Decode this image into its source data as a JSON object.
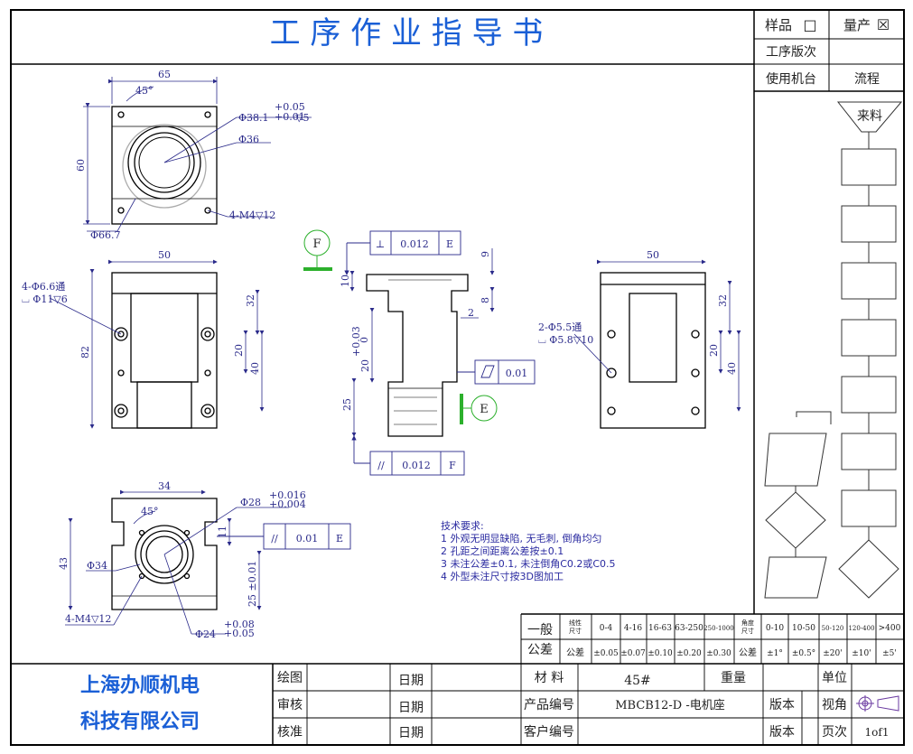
{
  "header": {
    "title": "工 序 作 业 指 导 书",
    "sample_label": "样品",
    "sample_box": "□",
    "mass_label": "量产",
    "mass_box": "☒",
    "process_version_label": "工序版次",
    "machine_label": "使用机台",
    "flow_label": "流程"
  },
  "flow": {
    "start_label": "来料"
  },
  "views": {
    "top": {
      "dim_width": "65",
      "dim_height": "60",
      "angle": "45°",
      "bore1": "Φ38.1",
      "bore1_tol_upper": "+0.05",
      "bore1_tol_lower": "+0.01",
      "bore1_depth": "▽5",
      "bore2": "Φ36",
      "pcd": "Φ66.7",
      "thread": "4-M4▽12"
    },
    "front": {
      "dim_width": "50",
      "dim_height": "82",
      "dim_32": "32",
      "dim_20": "20",
      "dim_40": "40",
      "hole_note1": "4-Φ6.6通",
      "hole_note2": "⌴ Φ11▽6"
    },
    "side": {
      "datum_F": "F",
      "datum_E": "E",
      "perp_symbol": "⊥",
      "perp_value": "0.012",
      "perp_ref": "E",
      "flat_value": "0.01",
      "par_symbol": "//",
      "par_value": "0.012",
      "par_ref": "F",
      "dim_9": "9",
      "dim_10": "10",
      "dim_8": "8",
      "dim_2": "2",
      "dim_20": "20",
      "dim_20_tol_upper": "+0.03",
      "dim_20_tol_lower": "0",
      "dim_25": "25"
    },
    "right": {
      "dim_width": "50",
      "dim_32": "32",
      "dim_20": "20",
      "dim_40": "40",
      "hole_note1": "2-Φ5.5通",
      "hole_note2": "⌴ Φ5.8▽10"
    },
    "bottom": {
      "dim_34": "34",
      "dim_43": "43",
      "angle": "45°",
      "bore_top": "Φ28",
      "bore_top_tol_upper": "+0.016",
      "bore_top_tol_lower": "+0.004",
      "bore_left": "Φ34",
      "dim_11": "11",
      "dim_25": "25 ±0.01",
      "thread": "4-M4▽12",
      "bore_bottom": "Φ24",
      "bore_bottom_tol_upper": "+0.08",
      "bore_bottom_tol_lower": "+0.05",
      "par_symbol": "//",
      "par_value": "0.01",
      "par_ref": "E"
    }
  },
  "tech_notes": {
    "title": "技术要求:",
    "lines": [
      "1 外观无明显缺陷, 无毛刺, 倒角均匀",
      "2 孔距之间距离公差按±0.1",
      "3 未注公差±0.1, 未注倒角C0.2或C0.5",
      "4 外型未注尺寸按3D图加工"
    ]
  },
  "tolerance": {
    "label_line1": "一般",
    "label_line2": "公差",
    "linear_head_1": "线性",
    "linear_head_2": "尺寸",
    "linear_ranges": [
      "0-4",
      "4-16",
      "16-63",
      "63-250",
      "250-1000"
    ],
    "tol_label": "公差",
    "linear_values": [
      "±0.05",
      "±0.07",
      "±0.10",
      "±0.20",
      "±0.30"
    ],
    "angle_head_1": "角度",
    "angle_head_2": "尺寸",
    "angle_ranges": [
      "0-10",
      "10-50",
      "50-120",
      "120-400",
      ">400"
    ],
    "angle_tol_label": "公差",
    "angle_values": [
      "±1°",
      "±0.5°",
      "±20'",
      "±10'",
      "±5'"
    ]
  },
  "title_block": {
    "company_line1": "上海办顺机电",
    "company_line2": "科技有限公司",
    "drawn": "绘图",
    "checked": "审核",
    "approved": "核准",
    "date": "日期",
    "material_label": "材 料",
    "material_value": "45#",
    "weight_label": "重量",
    "unit_label": "单位",
    "product_no_label": "产品编号",
    "product_no_value": "MBCB12-D -电机座",
    "version_label": "版本",
    "view_label": "视角",
    "customer_no_label": "客户编号",
    "page_label": "页次",
    "page_value": "1of1"
  }
}
